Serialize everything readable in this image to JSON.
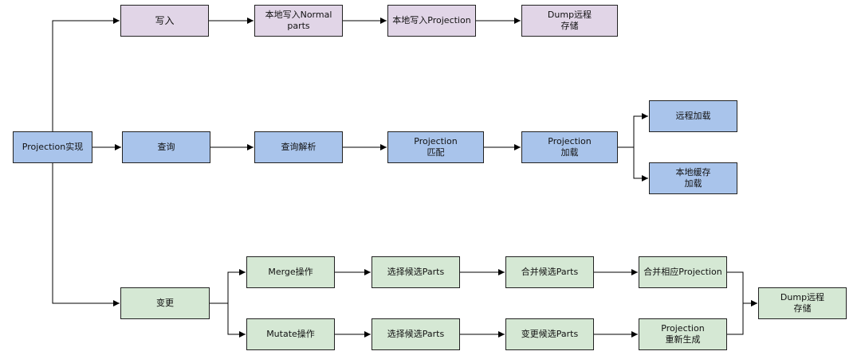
{
  "colors": {
    "write": "#e1d5e7",
    "query": "#a9c4eb",
    "mutate": "#d5e8d4",
    "stroke": "#000000"
  },
  "nodes": {
    "root": "Projection实现",
    "write": "写入",
    "local_write_normal": "本地写入Normal\nparts",
    "local_write_projection": "本地写入Projection",
    "dump_remote_write": "Dump远程\n存储",
    "query": "查询",
    "query_parse": "查询解析",
    "projection_match": "Projection\n匹配",
    "projection_load": "Projection\n加载",
    "remote_load": "远程加载",
    "local_cache_load": "本地缓存\n加载",
    "mutate": "变更",
    "merge_op": "Merge操作",
    "mutate_op": "Mutate操作",
    "select_parts_merge": "选择候选Parts",
    "select_parts_mutate": "选择候选Parts",
    "merge_parts": "合并候选Parts",
    "mutate_parts": "变更候选Parts",
    "merge_projection": "合并相应Projection",
    "regen_projection": "Projection\n重新生成",
    "dump_remote_final": "Dump远程\n存储"
  }
}
